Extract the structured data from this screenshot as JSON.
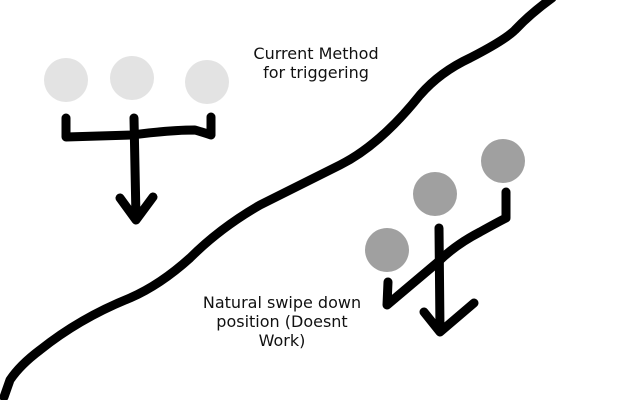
{
  "diagram": {
    "title": "Swipe trigger comparison sketch",
    "labels": {
      "current": "Current Method\nfor triggering",
      "natural": "Natural swipe down\nposition (Doesnt\nWork)"
    },
    "colors": {
      "background": "#ffffff",
      "ink": "#000000",
      "current_dots": "#e3e3e3",
      "natural_dots": "#a0a0a0"
    },
    "groups": [
      {
        "id": "current",
        "dot_count": 3,
        "arrow": "down",
        "state": "works"
      },
      {
        "id": "natural",
        "dot_count": 3,
        "arrow": "down",
        "state": "does-not-work"
      }
    ]
  }
}
